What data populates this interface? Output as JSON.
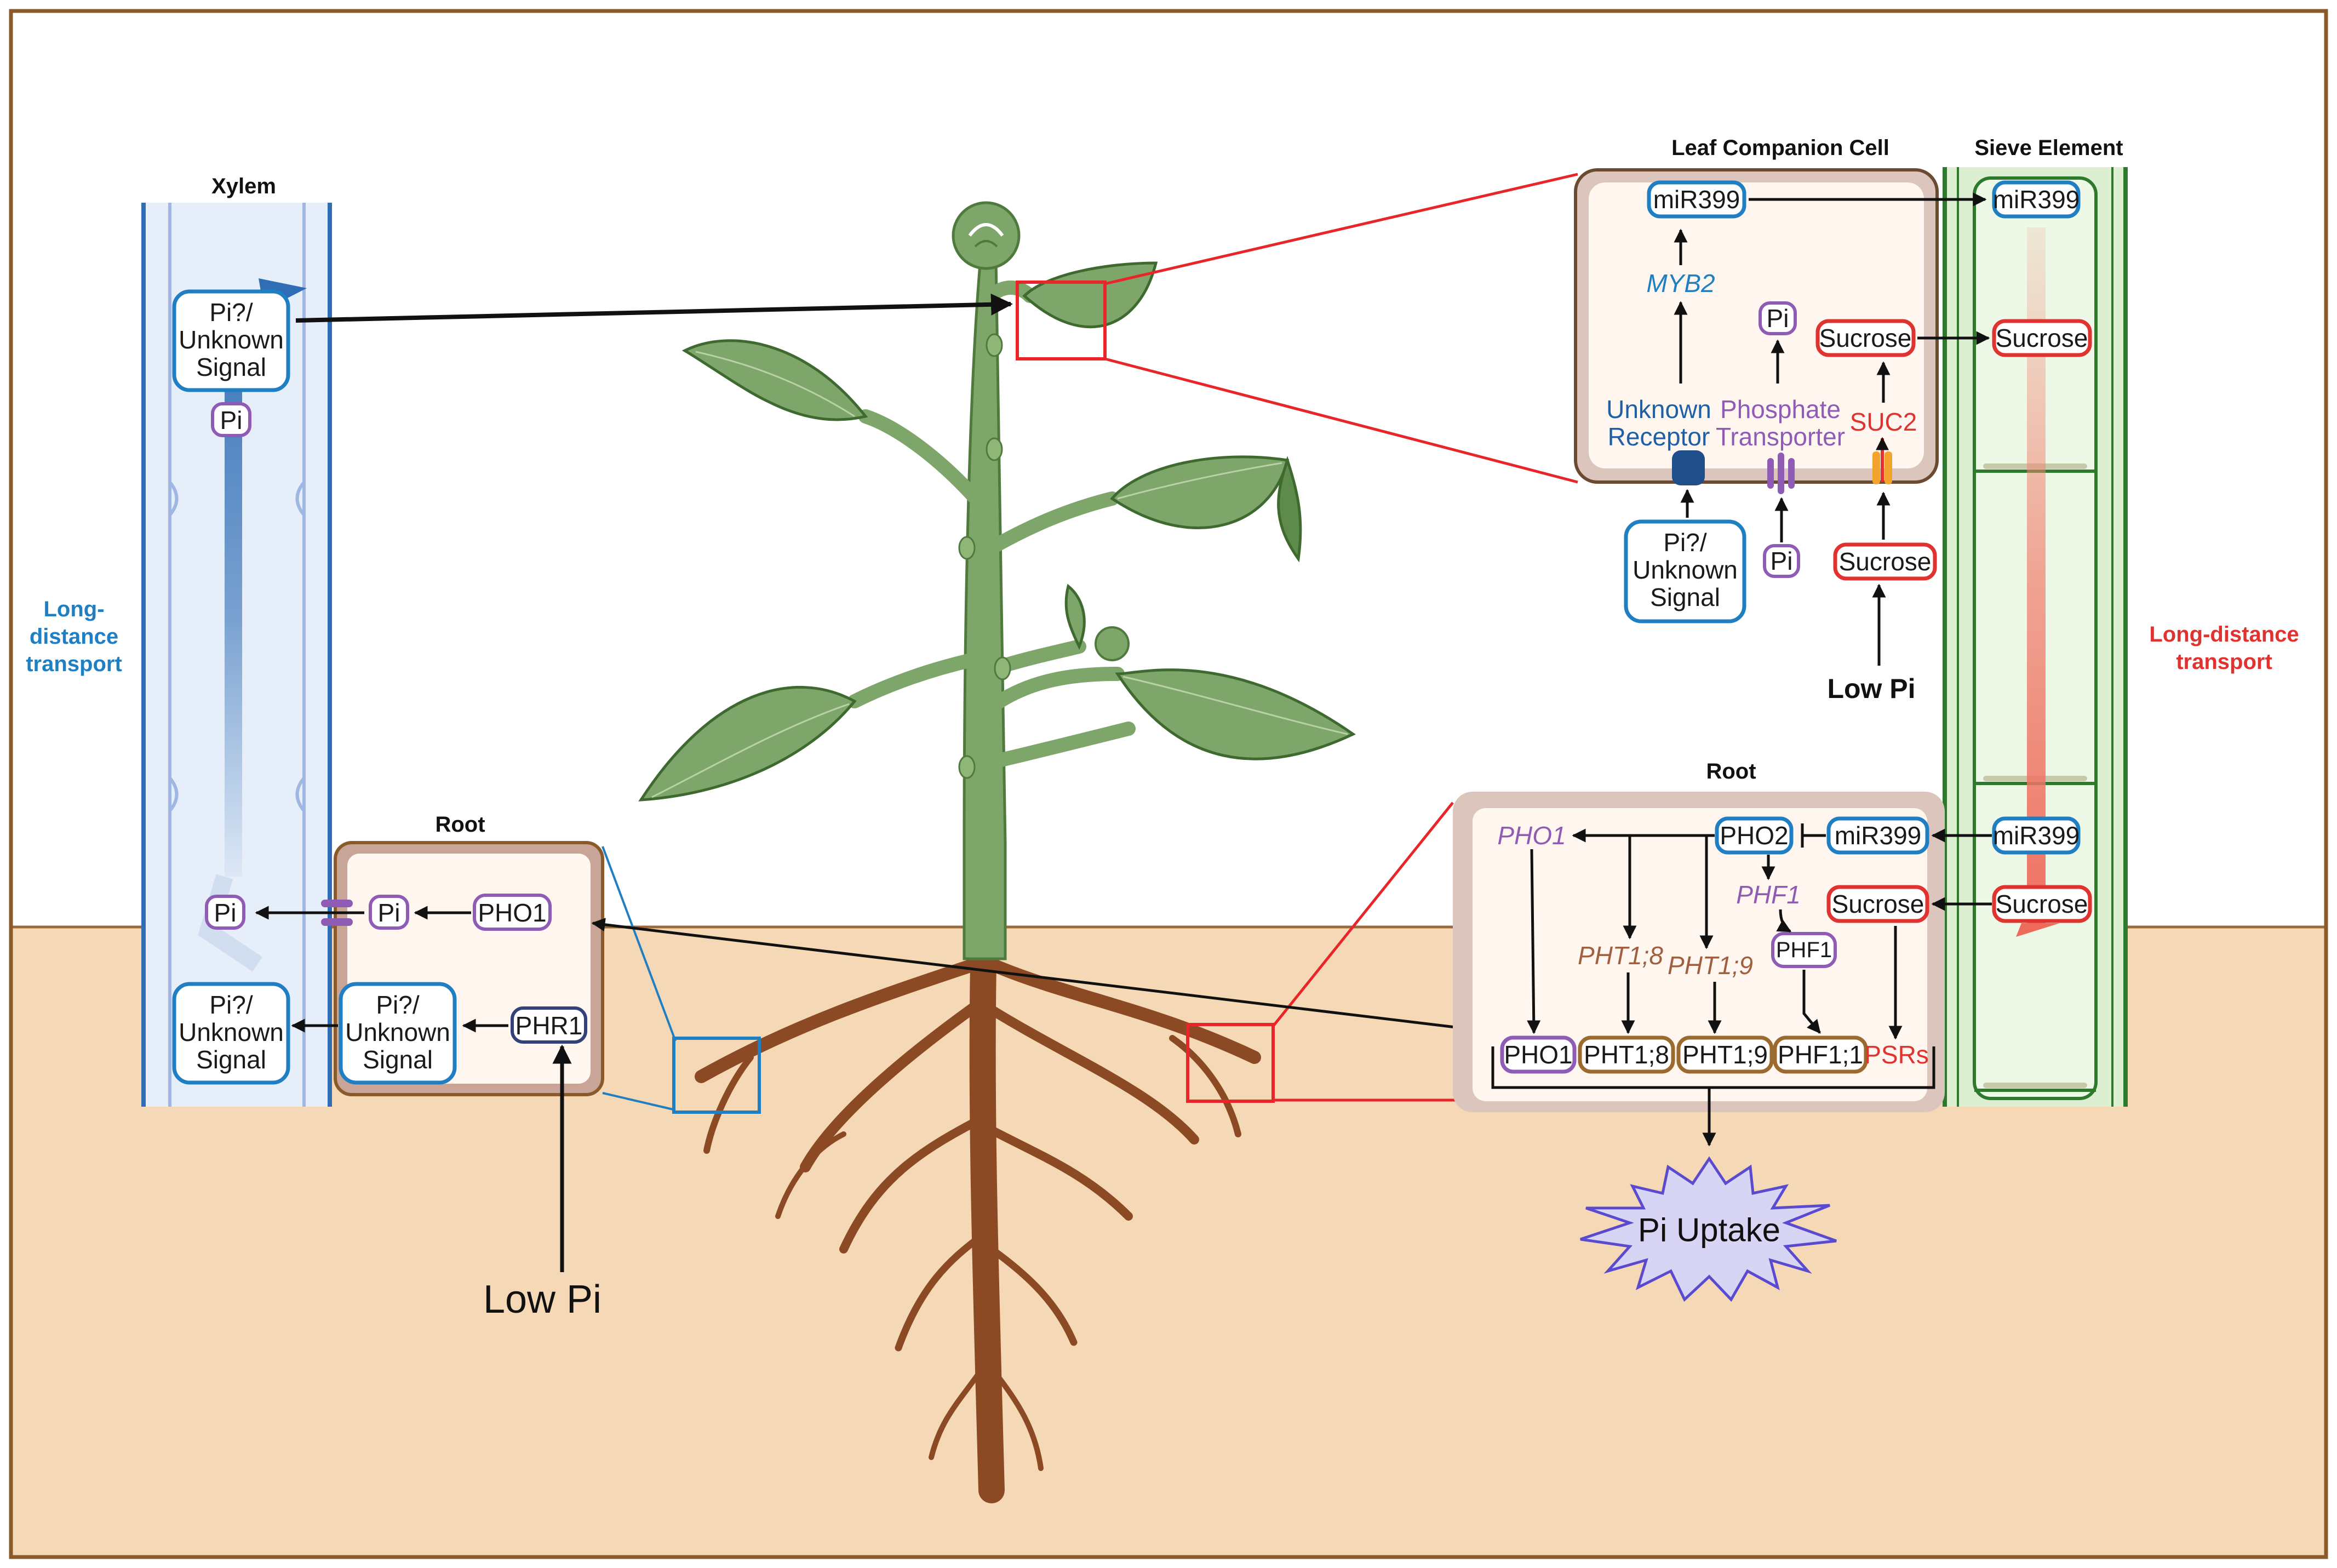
{
  "colors": {
    "soil": "#f5d9b7",
    "frame": "#8b5a2b",
    "xylem_blue": "#2f6db5",
    "phloem_green": "#2d7a2d",
    "red_zoom": "#e8262a",
    "blue_zoom": "#1f7fc2",
    "mir_blue": "#1f7fc2",
    "pi_purple": "#8e5bb5",
    "sucrose_red": "#e0322f",
    "pht_brown": "#9a6a2e",
    "phr_navy": "#34407a",
    "plant_green": "#7fa66a",
    "root_brown": "#8b4a24",
    "pi_uptake_fill": "#d8d4f4"
  },
  "icons": {
    "unknown_receptor": "receptor-square-icon",
    "phosphate_transporter": "membrane-channel-icon",
    "suc2": "transporter-icon",
    "pi_uptake": "starburst-icon"
  },
  "xylem": {
    "title": "Xylem",
    "side_label_line1": "Long-",
    "side_label_line2": "distance",
    "side_label_line3": "transport",
    "top_signal": [
      "Pi?/",
      "Unknown",
      "Signal"
    ],
    "top_pi": "Pi",
    "mid_pi": "Pi",
    "bottom_signal": [
      "Pi?/",
      "Unknown",
      "Signal"
    ]
  },
  "root_left": {
    "title": "Root",
    "pi": "Pi",
    "pho1": "PHO1",
    "signal": [
      "Pi?/",
      "Unknown",
      "Signal"
    ],
    "phr1": "PHR1",
    "low_pi": "Low Pi"
  },
  "leaf_cell": {
    "title": "Leaf Companion Cell",
    "mir399": "miR399",
    "myb2": "MYB2",
    "pi": "Pi",
    "sucrose": "Sucrose",
    "unknown_receptor": [
      "Unknown",
      "Receptor"
    ],
    "phosphate_transporter": [
      "Phosphate",
      "Transporter"
    ],
    "suc2": "SUC2",
    "outside_signal": [
      "Pi?/",
      "Unknown",
      "Signal"
    ],
    "outside_pi": "Pi",
    "outside_sucrose": "Sucrose",
    "low_pi": "Low Pi"
  },
  "sieve_element": {
    "title": "Sieve Element",
    "mir399_top": "miR399",
    "sucrose_top": "Sucrose",
    "mir399_bottom": "miR399",
    "sucrose_bottom": "Sucrose",
    "side_label_line1": "Long-distance",
    "side_label_line2": "transport"
  },
  "root_right": {
    "title": "Root",
    "pho1_italic": "PHO1",
    "pho2": "PHO2",
    "mir399": "miR399",
    "phf1_italic": "PHF1",
    "sucrose": "Sucrose",
    "pht18_italic": "PHT1;8",
    "pht19_italic": "PHT1;9",
    "phf1": "PHF1",
    "row": [
      "PHO1",
      "PHT1;8",
      "PHT1;9",
      "PHF1;1",
      "PSRs"
    ],
    "pi_uptake": "Pi Uptake"
  }
}
